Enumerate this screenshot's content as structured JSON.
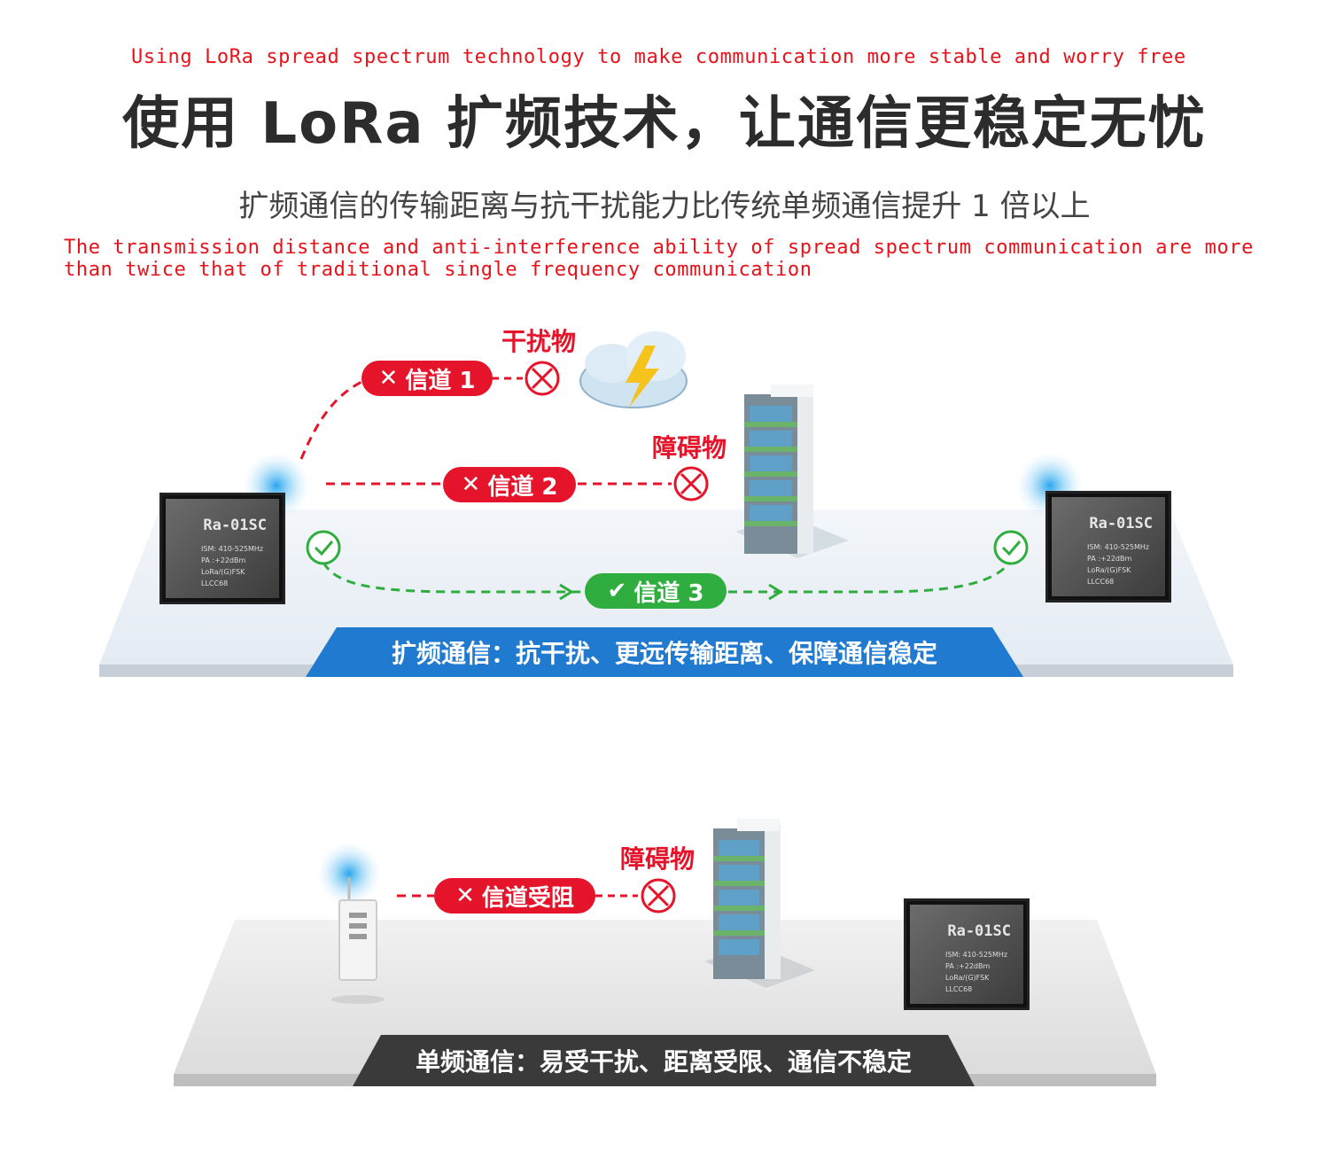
{
  "header": {
    "english_title": "Using LoRa spread spectrum technology to make communication more stable and worry free",
    "chinese_title": "使用 LoRa 扩频技术，让通信更稳定无忧",
    "chinese_subtitle": "扩频通信的传输距离与抗干扰能力比传统单频通信提升 1 倍以上",
    "english_subtitle_line1": "The transmission distance and anti-interference ability of spread spectrum communication are more",
    "english_subtitle_line2": "than twice that of traditional single frequency communication"
  },
  "spread_panel": {
    "channel1": "信道 1",
    "channel2": "信道 2",
    "channel3": "信道 3",
    "interference_label": "干扰物",
    "obstacle_label": "障碍物",
    "caption": "扩频通信：抗干扰、更远传输距离、保障通信稳定",
    "module_left": {
      "name": "Ra-01SC",
      "spec1": "ISM: 410-525MHz",
      "spec2": "PA :+22dBm",
      "spec3": "LoRa/(G)FSK",
      "spec4": "LLCC68"
    },
    "module_right": {
      "name": "Ra-01SC",
      "spec1": "ISM: 410-525MHz",
      "spec2": "PA :+22dBm",
      "spec3": "LoRa/(G)FSK",
      "spec4": "LLCC68"
    }
  },
  "single_panel": {
    "channel_blocked": "信道受阻",
    "obstacle_label": "障碍物",
    "caption": "单频通信：易受干扰、距离受限、通信不稳定",
    "module": {
      "name": "Ra-01SC",
      "spec1": "ISM: 410-525MHz",
      "spec2": "PA :+22dBm",
      "spec3": "LoRa/(G)FSK",
      "spec4": "LLCC68"
    }
  },
  "colors": {
    "red": "#e5142a",
    "green": "#2fae3f",
    "blue_bar": "#1f7ad0",
    "dark_bar": "#3a3a3a"
  }
}
